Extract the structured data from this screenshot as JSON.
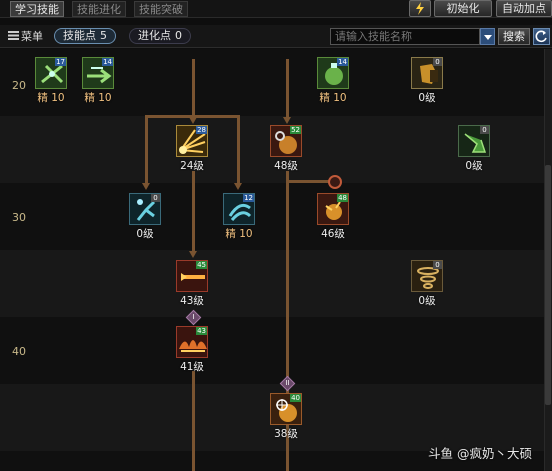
{
  "tabs": [
    {
      "label": "学习技能",
      "active": true
    },
    {
      "label": "技能进化",
      "active": false
    },
    {
      "label": "技能突破",
      "active": false
    }
  ],
  "top_buttons": {
    "icon": "flash-icon",
    "reset": "初始化",
    "auto": "自动加点"
  },
  "toolbar": {
    "menu_label": "菜单",
    "skill_points_label": "技能点",
    "skill_points": "5",
    "evo_points_label": "进化点",
    "evo_points": "0",
    "search_placeholder": "请输入技能名称",
    "search_button": "搜索",
    "refresh_icon": "refresh-icon"
  },
  "levels": [
    "20",
    "30",
    "40"
  ],
  "skills": [
    {
      "id": "crossbow-shot",
      "tag": "17",
      "level": "精 10",
      "gold": true,
      "color": "#3a7a2a"
    },
    {
      "id": "arrow-volley",
      "tag": "14",
      "level": "精 10",
      "gold": true,
      "color": "#3a7a2a"
    },
    {
      "id": "grenade",
      "tag": "14",
      "level": "精 10",
      "gold": true,
      "color": "#3a7a2a"
    },
    {
      "id": "gold-shield",
      "tag": "0",
      "level": "0级",
      "gold": false,
      "color": "#7a5a1a"
    },
    {
      "id": "burst-fire",
      "tag": "28",
      "level": "24级",
      "gold": false,
      "color": "#8a5a10"
    },
    {
      "id": "gear-bomb",
      "tag": "52",
      "level": "48级",
      "gold": false,
      "color": "#7a2a10"
    },
    {
      "id": "green-buff",
      "tag": "0",
      "level": "0级",
      "gold": false,
      "color": "#2a5a2a"
    },
    {
      "id": "blue-kick",
      "tag": "0",
      "level": "0级",
      "gold": false,
      "color": "#1a4a5a"
    },
    {
      "id": "blue-wind",
      "tag": "12",
      "level": "精 10",
      "gold": true,
      "color": "#1a4a5a"
    },
    {
      "id": "fire-grenade",
      "tag": "48",
      "level": "46级",
      "gold": false,
      "color": "#7a2a10"
    },
    {
      "id": "rocket",
      "tag": "45",
      "level": "43级",
      "gold": false,
      "color": "#7a1a10"
    },
    {
      "id": "tornado",
      "tag": "0",
      "level": "0级",
      "gold": false,
      "color": "#4a3a1a"
    },
    {
      "id": "flame-wave",
      "tag": "43",
      "level": "41级",
      "gold": false,
      "color": "#7a2a10"
    },
    {
      "id": "bomb-target",
      "tag": "40",
      "level": "38级",
      "gold": false,
      "color": "#7a3a10"
    }
  ],
  "tier_markers": {
    "t1": "I",
    "t2": "II"
  },
  "watermark": "斗鱼 @疯奶丶大硕"
}
